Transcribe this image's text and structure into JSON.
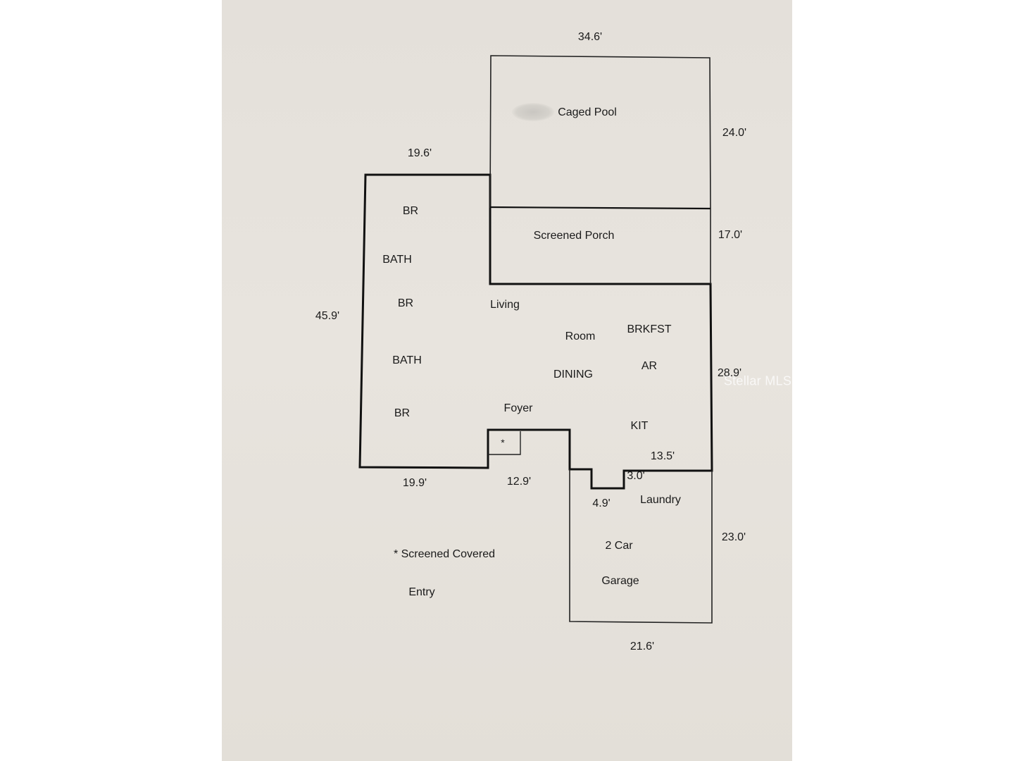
{
  "rooms": {
    "caged_pool": "Caged Pool",
    "screened_porch": "Screened Porch",
    "br_1": "BR",
    "bath_1": "BATH",
    "br_2": "BR",
    "living": "Living",
    "room": "Room",
    "brkfst": "BRKFST",
    "ar": "AR",
    "dining": "DINING",
    "bath_2": "BATH",
    "br_3": "BR",
    "foyer": "Foyer",
    "kit": "KIT",
    "entry_star": "*",
    "laundry": "Laundry",
    "two_car": "2 Car",
    "garage": "Garage"
  },
  "dimensions": {
    "top_width": "34.6'",
    "pool_depth": "24.0'",
    "left_top_width": "19.6'",
    "porch_depth": "17.0'",
    "left_depth": "45.9'",
    "right_main_depth": "28.9'",
    "kit_width": "13.5'",
    "step_depth": "3.0'",
    "bottom_left_width": "19.9'",
    "entry_width": "12.9'",
    "step_width": "4.9'",
    "garage_depth": "23.0'",
    "garage_width": "21.6'"
  },
  "notes": {
    "line1": "* Screened Covered",
    "line2": "Entry"
  },
  "watermark": "Stellar MLS"
}
